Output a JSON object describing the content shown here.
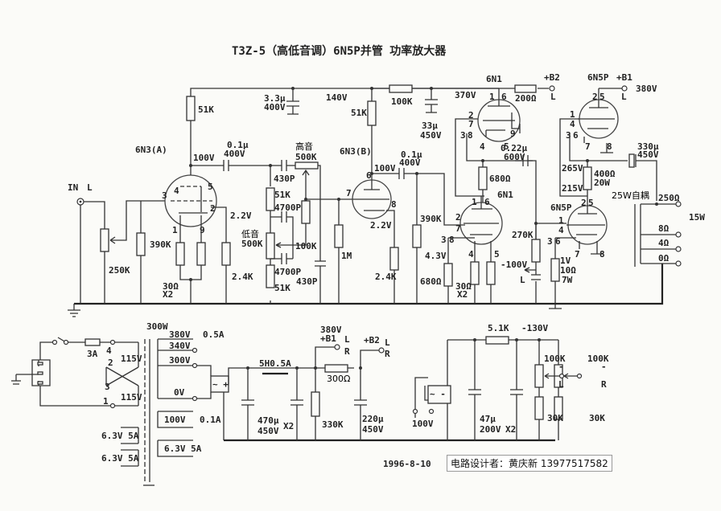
{
  "title": "T3Z-5（高低音调）6N5P并管 功率放大器",
  "input": {
    "label": "IN",
    "channel": "L"
  },
  "stage1": {
    "tube": "6N3(A)",
    "plate_voltage": "100V",
    "cathode_voltage": "2.2V",
    "plate_resistor": "51K",
    "volume_pot": "250K",
    "grid_resistor": "390K",
    "cathode_resistors": "30Ω",
    "cathode_resistors_count": "X2",
    "cathode_load": "2.4K",
    "coupling_cap": "0.1μ",
    "coupling_cap_voltage": "400V",
    "pins": {
      "p3": "3",
      "p4": "4",
      "p5": "5",
      "p2": "2",
      "p1": "1",
      "p9": "9"
    }
  },
  "tone": {
    "treble_label": "高音",
    "treble_pot": "500K",
    "treble_cap": "430P",
    "bass_label": "低音",
    "bass_pot": "500K",
    "r_top": "51K",
    "r_bottom": "51K",
    "cap_top": "4700P",
    "cap_bottom": "4700P",
    "mix_resistor": "100K",
    "shunt_cap": "430P"
  },
  "decoupling": {
    "cap": "3.3μ",
    "cap_voltage": "400V",
    "node_voltage": "140V",
    "series_resistor": "100K",
    "filter_cap": "33μ",
    "filter_cap_voltage": "450V",
    "rail_voltage": "370V"
  },
  "stage2": {
    "tube": "6N3(B)",
    "plate_voltage": "100V",
    "cathode_voltage": "2.2V",
    "plate_resistor": "51K",
    "grid_resistor": "1M",
    "cathode_resistor": "2.4K",
    "coupling_cap": "0.1μ",
    "coupling_cap_voltage": "400V",
    "pins": {
      "p6": "6",
      "p7": "7",
      "p8": "8"
    }
  },
  "driver": {
    "tube_top": "6N1",
    "tube_bottom": "6N1",
    "b2_label": "+B2",
    "b2_channel": "L",
    "b2_resistor": "200Ω",
    "mid_resistor": "680Ω",
    "coupling_cap": "0.22μ",
    "coupling_cap_voltage": "600V",
    "grid_resistor": "390K",
    "cathode_voltage": "4.3V",
    "cathode_resistor": "680Ω",
    "filament_resistors": "30Ω",
    "filament_count": "X2",
    "pins_top": {
      "p1": "1",
      "p6": "6",
      "p2": "2",
      "p7": "7",
      "p3": "3",
      "p8": "8",
      "p9": "9",
      "p4": "4",
      "p5": "5"
    },
    "pins_bottom": {
      "p1": "1",
      "p6": "6",
      "p2": "2",
      "p7": "7",
      "p3": "3",
      "p8": "8",
      "p4": "4",
      "p5": "5"
    }
  },
  "output": {
    "tube_top": "6N5P",
    "tube_bottom": "6N5P",
    "b1_label": "+B1",
    "b1_channel": "L",
    "b1_voltage": "380V",
    "bias_resistor": "270K",
    "bias_voltage": "-100V",
    "bias_channel": "L",
    "v_upper": "265V",
    "v_lower": "215V",
    "mid_resistor": "400Ω",
    "mid_resistor_power": "20W",
    "output_cap": "330μ",
    "output_cap_voltage": "450V",
    "cathode_voltage": "1V",
    "cathode_resistor": "10Ω",
    "cathode_resistor_power": "7W",
    "transformer": "25W自耦",
    "taps": [
      "250Ω",
      "8Ω",
      "4Ω",
      "0Ω"
    ],
    "power": "15W",
    "pins_top": {
      "p2": "2",
      "p5": "5",
      "p1": "1",
      "p4": "4",
      "p3": "3",
      "p6": "6",
      "p7": "7",
      "p8": "8"
    },
    "pins_bottom": {
      "p2": "2",
      "p5": "5",
      "p1": "1",
      "p4": "4",
      "p3": "3",
      "p6": "6",
      "p7": "7",
      "p8": "8"
    }
  },
  "power_supply": {
    "fuse": "3A",
    "primary": [
      "115V",
      "115V"
    ],
    "primary_pins": [
      "4",
      "2",
      "3",
      "1"
    ],
    "transformer_power": "300W",
    "secondaries_right": [
      "380V",
      "340V",
      "300V",
      "0V"
    ],
    "secondary_current": "0.5A",
    "bias_winding": "100V",
    "bias_current": "0.1A",
    "heater_right": "6.3V 5A",
    "heaters_left": [
      "6.3V 5A",
      "6.3V 5A"
    ],
    "choke": "5H0.5A",
    "main_caps": "470μ",
    "main_caps_voltage": "450V",
    "main_caps_count": "X2",
    "bleeder": "330K",
    "b1_voltage": "380V",
    "b1_label": "+B1",
    "b1_channels": [
      "L",
      "R"
    ],
    "b2_resistor": "300Ω",
    "b2_label": "+B2",
    "b2_channels": [
      "L",
      "R"
    ],
    "b2_cap": "220μ",
    "b2_cap_voltage": "450V"
  },
  "bias_supply": {
    "input": "100V",
    "series_resistor": "5.1K",
    "voltage": "-130V",
    "caps": "47μ",
    "caps_voltage": "200V",
    "caps_count": "X2",
    "pots": [
      "100K",
      "100K"
    ],
    "resistors": [
      "30K",
      "30K"
    ],
    "outputs": [
      "L",
      "R"
    ],
    "polarity": "-"
  },
  "footer": {
    "date": "1996-8-10",
    "designer": "电路设计者：黄庆新  13977517582"
  }
}
